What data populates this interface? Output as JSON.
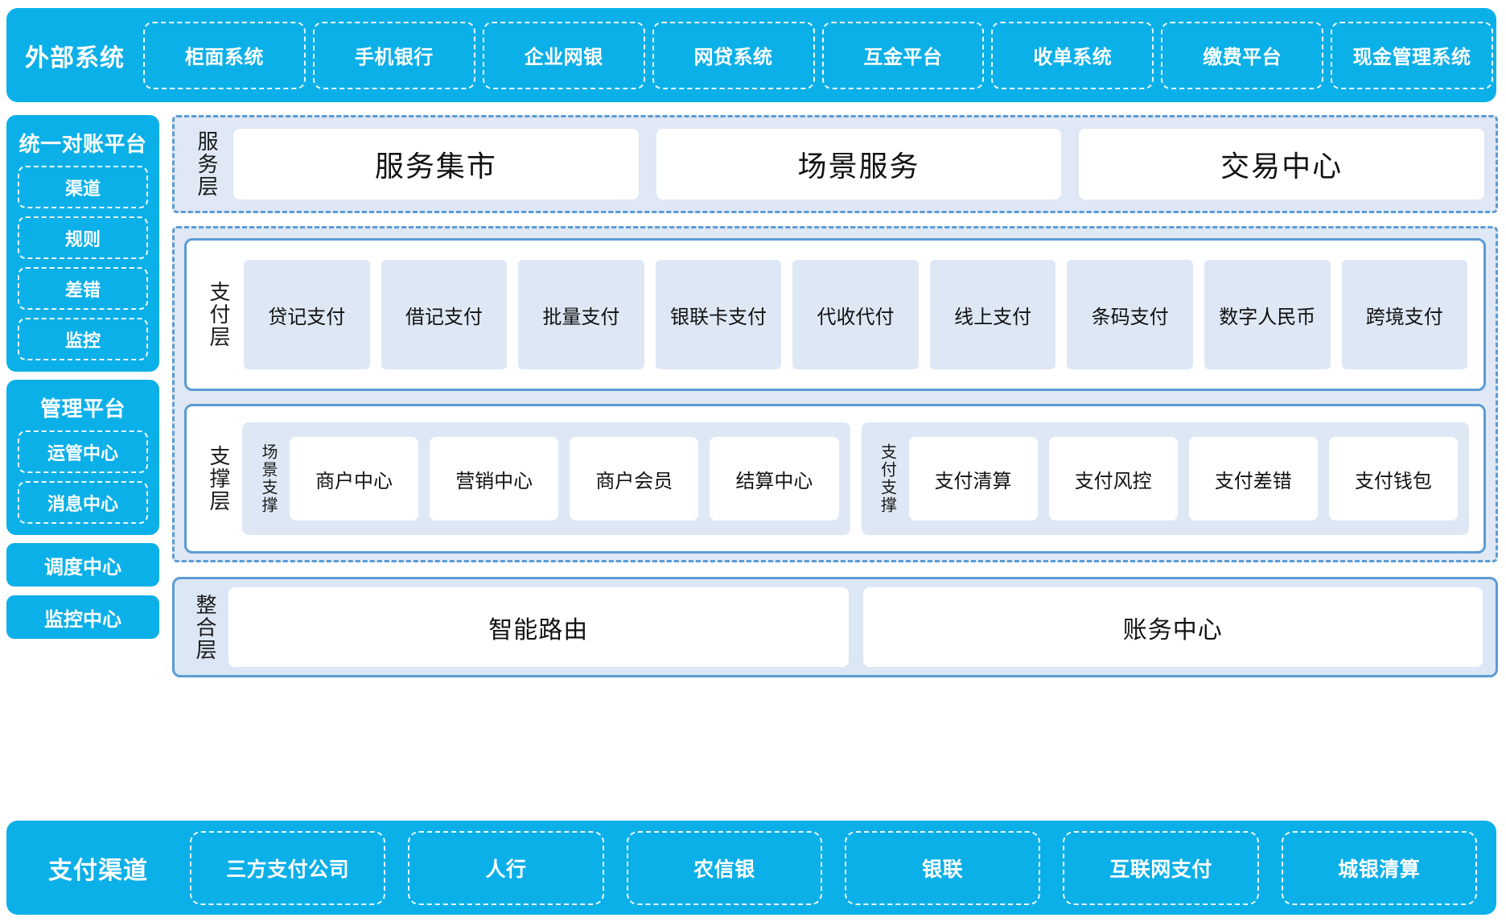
{
  "external": {
    "title": "外部系统",
    "items": [
      "柜面系统",
      "手机银行",
      "企业网银",
      "网贷系统",
      "互金平台",
      "收单系统",
      "缴费平台",
      "现金管理系统"
    ]
  },
  "sidebar": {
    "panels": [
      {
        "title": "统一对账平台",
        "items": [
          "渠道",
          "规则",
          "差错",
          "监控"
        ]
      },
      {
        "title": "管理平台",
        "items": [
          "运管中心",
          "消息中心"
        ]
      }
    ],
    "solo_items": [
      "调度中心",
      "监控中心"
    ]
  },
  "service_layer": {
    "label": "服务层",
    "cards": [
      "服务集市",
      "场景服务",
      "交易中心"
    ]
  },
  "payment_layer": {
    "label": "支付层",
    "cards": [
      "贷记支付",
      "借记支付",
      "批量支付",
      "银联卡支付",
      "代收代付",
      "线上支付",
      "条码支付",
      "数字人民币",
      "跨境支付"
    ]
  },
  "support_layer": {
    "label": "支撑层",
    "groups": [
      {
        "label": "场景支撑",
        "cards": [
          "商户中心",
          "营销中心",
          "商户会员",
          "结算中心"
        ]
      },
      {
        "label": "支付支撑",
        "cards": [
          "支付清算",
          "支付风控",
          "支付差错",
          "支付钱包"
        ]
      }
    ]
  },
  "integration_layer": {
    "label": "整合层",
    "cards": [
      "智能路由",
      "账务中心"
    ]
  },
  "channel": {
    "title": "支付渠道",
    "items": [
      "三方支付公司",
      "人行",
      "农信银",
      "银联",
      "互联网支付",
      "城银清算"
    ]
  },
  "colors": {
    "brand_cyan": "#0CB0E8",
    "dashed_blue": "#5B9BD5",
    "panel_light": "#DFE8F4",
    "card_light": "#DEE8F5",
    "white": "#FFFFFF"
  }
}
